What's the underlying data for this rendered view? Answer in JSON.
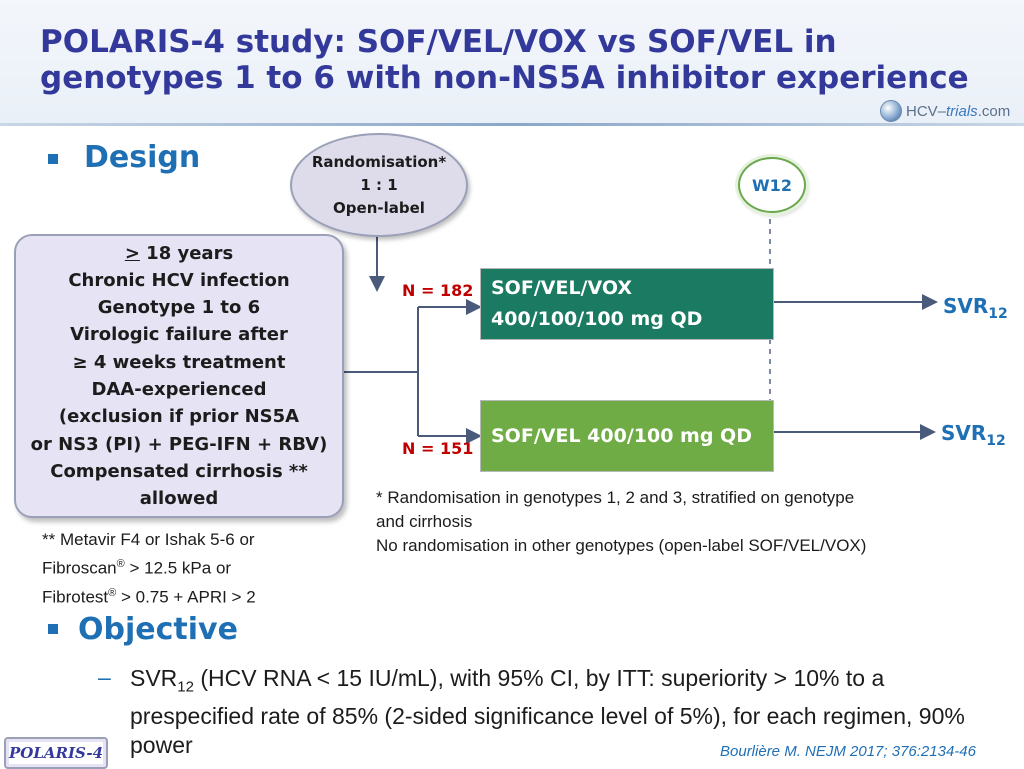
{
  "title": "POLARIS-4 study: SOF/VEL/VOX vs SOF/VEL in genotypes 1 to 6 with non-NS5A inhibitor experience",
  "logo": {
    "hcv": "HCV",
    "sep": "–",
    "trials": "trials",
    "com": ".com"
  },
  "design": {
    "heading": "Design",
    "randomisation": {
      "line1": "Randomisation*",
      "line2": "1 : 1",
      "line3": "Open-label"
    },
    "timepoint": "W12",
    "criteria": {
      "age_symbol": ">",
      "age_text": " 18 years",
      "lines": [
        "Chronic HCV infection",
        "Genotype 1 to 6",
        "Virologic failure after",
        "≥ 4 weeks treatment",
        "DAA-experienced",
        "(exclusion if prior NS5A",
        "or NS3 (PI) + PEG-IFN + RBV)",
        "Compensated cirrhosis **",
        "allowed"
      ]
    },
    "cirrhosis_note": {
      "line1": "** Metavir F4 or Ishak 5-6 or",
      "line2_a": "Fibroscan",
      "line2_b": " > 12.5 kPa or",
      "line3_a": "Fibrotest",
      "line3_b": " > 0.75 + APRI > 2",
      "reg": "®"
    },
    "arms": [
      {
        "n": "N = 182",
        "line1": "SOF/VEL/VOX",
        "line2": "400/100/100 mg QD",
        "color": "#1a7a62",
        "endpoint": "SVR",
        "endpoint_sub": "12"
      },
      {
        "n": "N = 151",
        "line1": "SOF/VEL 400/100 mg QD",
        "color": "#6fac45",
        "endpoint": "SVR",
        "endpoint_sub": "12"
      }
    ],
    "footnote": {
      "line1": "* Randomisation in genotypes 1, 2 and 3, stratified on genotype",
      "line2": "and cirrhosis",
      "line3": "No randomisation in other genotypes (open-label SOF/VEL/VOX)"
    }
  },
  "objective": {
    "heading": "Objective",
    "dash": "–",
    "svr": "SVR",
    "svr_sub": "12",
    "text": " (HCV RNA < 15 IU/mL), with 95% CI, by ITT: superiority > 10% to a prespecified rate of 85% (2-sided significance level of 5%), for each regimen, 90% power"
  },
  "footer": {
    "tag": "POLARIS-4",
    "citation": "Bourlière M. NEJM 2017; 376:2134-46"
  },
  "colors": {
    "title": "#33399a",
    "accent_blue": "#1f6fb5",
    "arm1": "#1a7a62",
    "arm2": "#6fac45",
    "n_label": "#c00000"
  }
}
